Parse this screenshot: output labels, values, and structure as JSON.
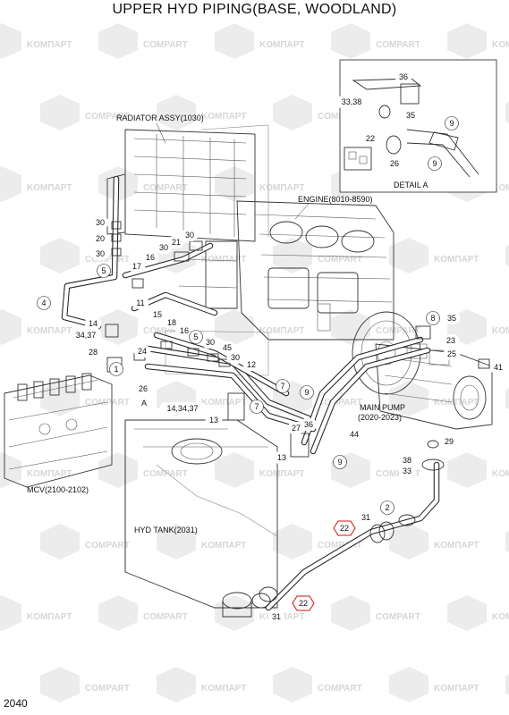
{
  "title": "UPPER HYD PIPING(BASE, WOODLAND)",
  "page_number": "2040",
  "watermark_labels": [
    "KOMПAPT",
    "COMPART"
  ],
  "components": {
    "radiator": "RADIATOR ASSY(1030)",
    "engine": "ENGINE(8010-8590)",
    "detail": "DETAIL A",
    "main_pump_line1": "MAIN PUMP",
    "main_pump_line2": "(2020-2023)",
    "mcv": "MCV(2100-2102)",
    "hyd_tank": "HYD TANK(2031)",
    "view_a": "A"
  },
  "callouts": [
    {
      "id": "c36a",
      "text": "36"
    },
    {
      "id": "c3338",
      "text": "33,38"
    },
    {
      "id": "c35a",
      "text": "35"
    },
    {
      "id": "c9a",
      "text": "9"
    },
    {
      "id": "c22a",
      "text": "22"
    },
    {
      "id": "c26a",
      "text": "26"
    },
    {
      "id": "c9b",
      "text": "9"
    },
    {
      "id": "c30a",
      "text": "30"
    },
    {
      "id": "c20a",
      "text": "20"
    },
    {
      "id": "c30b",
      "text": "30"
    },
    {
      "id": "c5a",
      "text": "5"
    },
    {
      "id": "c30c",
      "text": "30"
    },
    {
      "id": "c21",
      "text": "21"
    },
    {
      "id": "c30d",
      "text": "30"
    },
    {
      "id": "c16a",
      "text": "16"
    },
    {
      "id": "c17",
      "text": "17"
    },
    {
      "id": "c4",
      "text": "4"
    },
    {
      "id": "c11",
      "text": "11"
    },
    {
      "id": "c15",
      "text": "15"
    },
    {
      "id": "c14a",
      "text": "14"
    },
    {
      "id": "c3437a",
      "text": "34,37"
    },
    {
      "id": "c18",
      "text": "18"
    },
    {
      "id": "c16b",
      "text": "16"
    },
    {
      "id": "c5b",
      "text": "5"
    },
    {
      "id": "c30e",
      "text": "30"
    },
    {
      "id": "c45",
      "text": "45"
    },
    {
      "id": "c30f",
      "text": "30"
    },
    {
      "id": "c28",
      "text": "28"
    },
    {
      "id": "c24",
      "text": "24"
    },
    {
      "id": "c12",
      "text": "12"
    },
    {
      "id": "c1",
      "text": "1"
    },
    {
      "id": "c26b",
      "text": "26"
    },
    {
      "id": "c7a",
      "text": "7"
    },
    {
      "id": "c9c",
      "text": "9"
    },
    {
      "id": "c143437",
      "text": "14,34,37"
    },
    {
      "id": "c7b",
      "text": "7"
    },
    {
      "id": "c13a",
      "text": "13"
    },
    {
      "id": "c27",
      "text": "27"
    },
    {
      "id": "c36b",
      "text": "36"
    },
    {
      "id": "c44",
      "text": "44"
    },
    {
      "id": "c13b",
      "text": "13"
    },
    {
      "id": "c9d",
      "text": "9"
    },
    {
      "id": "c8",
      "text": "8"
    },
    {
      "id": "c35b",
      "text": "35"
    },
    {
      "id": "c23",
      "text": "23"
    },
    {
      "id": "c25",
      "text": "25"
    },
    {
      "id": "c41",
      "text": "41"
    },
    {
      "id": "c29",
      "text": "29"
    },
    {
      "id": "c38",
      "text": "38"
    },
    {
      "id": "c33",
      "text": "33"
    },
    {
      "id": "c2",
      "text": "2"
    },
    {
      "id": "c31a",
      "text": "31"
    },
    {
      "id": "c22b",
      "text": "22"
    },
    {
      "id": "c22c",
      "text": "22"
    },
    {
      "id": "c31b",
      "text": "31"
    }
  ]
}
